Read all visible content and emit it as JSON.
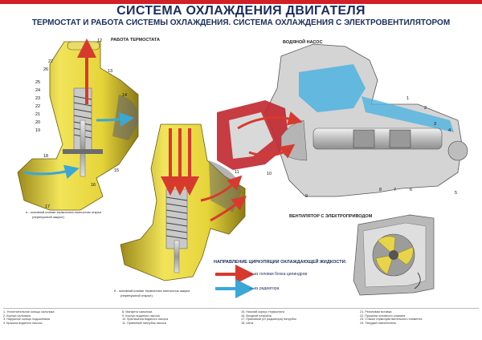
{
  "header": {
    "title": "СИСТЕМА ОХЛАЖДЕНИЯ ДВИГАТЕЛЯ",
    "subtitle": "ТЕРМОСТАТ И РАБОТА СИСТЕМЫ ОХЛАЖДЕНИЯ. СИСТЕМА ОХЛАЖДЕНИЯ С ЭЛЕКТРОВЕНТИЛЯТОРОМ"
  },
  "labels": {
    "thermostat_work": "РАБОТА ТЕРМОСТАТА",
    "water_pump": "ВОДЯНОЙ НАСОС",
    "fan": "ВЕНТИЛЯТОР С ЭЛЕКТРОПРИВОДОМ",
    "caption_a_line1": "а - основной клапан термостата полностью открыт",
    "caption_a_line2": "(перепускной закрыт)",
    "caption_b_line1": "б - основной клапан термостата полностью закрыт",
    "caption_b_line2": "(перепускной открыт)"
  },
  "legend": {
    "title": "НАПРАВЛЕНИЕ ЦИРКУЛЯЦИИ ОХЛАЖДАЮЩЕЙ ЖИДКОСТИ:",
    "items": [
      {
        "text": "— из головки блока цилиндров",
        "color": "#d63a2e"
      },
      {
        "text": "— из радиатора",
        "color": "#3aa7d6"
      }
    ]
  },
  "thermostat_numbers": [
    "12",
    "13",
    "14",
    "15",
    "16",
    "17",
    "18",
    "19",
    "20",
    "21",
    "22",
    "23",
    "24",
    "25",
    "26",
    "27"
  ],
  "pump_numbers": [
    "1",
    "2",
    "3",
    "4",
    "5",
    "6",
    "7",
    "8",
    "9",
    "10",
    "11"
  ],
  "bottom_legend": {
    "col1": [
      "1. Уплотнительное кольцо сальника",
      "2. Корпус сальника",
      "3. Наружное кольцо подшипника",
      "4. Крышка водяного насоса"
    ],
    "col2": [
      "8. Манжета сальника",
      "9. Корпус водяного насоса",
      "10. Крыльчатка водяного насоса",
      "11. Приемный патрубок насоса"
    ],
    "col3": [
      "15. Нижний корпус термостата",
      "16. Входной патрубок",
      "17. Приемный (от радиатора) патрубок",
      "18. Шток"
    ],
    "col4": [
      "21. Резиновая вставка",
      "22. Пружина основного клапана",
      "23. Стакан термочувствительного элемента",
      "24. Твердый наполнитель"
    ]
  }
}
